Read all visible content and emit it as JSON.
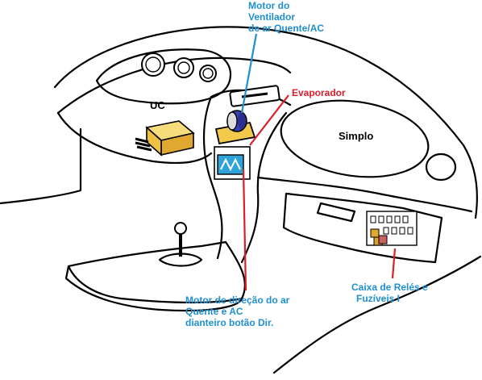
{
  "labels": {
    "motor_ventilador": [
      "Motor do",
      "Ventilador",
      "de ar Quente/AC"
    ],
    "evaporador": "Evaporador",
    "uc": "UC",
    "simplo": "Simplo",
    "motor_direcao": [
      "Motor de direção do ar",
      "Quente e AC",
      "dianteiro botão Dir."
    ],
    "caixa_reles": [
      "Caixa de Relés e",
      "Fuzíveis I"
    ]
  },
  "colors": {
    "label_blue": "#1f8fd0",
    "label_red": "#d81f2a",
    "control_unit": "#f0c040",
    "motor_fill": "#3a3fb0",
    "evaporator_fill": "#f2c94c",
    "direction_motor_fill": "#2ea3d9",
    "outline": "#000000"
  }
}
